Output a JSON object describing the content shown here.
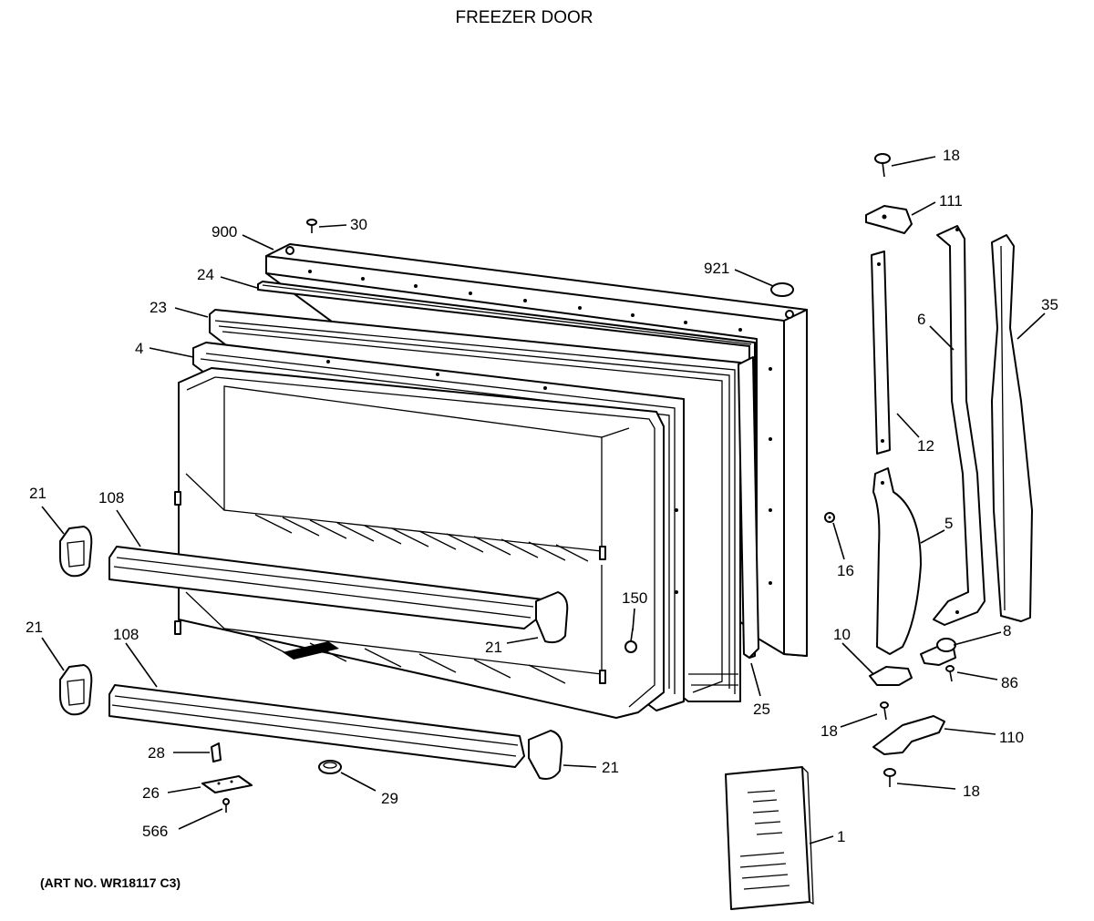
{
  "title": "FREEZER DOOR",
  "art_number": "(ART NO. WR18117 C3)",
  "callouts": [
    {
      "id": "c-18-top",
      "label": "18"
    },
    {
      "id": "c-111",
      "label": "111"
    },
    {
      "id": "c-30",
      "label": "30"
    },
    {
      "id": "c-900",
      "label": "900"
    },
    {
      "id": "c-921",
      "label": "921"
    },
    {
      "id": "c-24",
      "label": "24"
    },
    {
      "id": "c-23",
      "label": "23"
    },
    {
      "id": "c-4",
      "label": "4"
    },
    {
      "id": "c-6",
      "label": "6"
    },
    {
      "id": "c-35",
      "label": "35"
    },
    {
      "id": "c-12",
      "label": "12"
    },
    {
      "id": "c-5",
      "label": "5"
    },
    {
      "id": "c-16",
      "label": "16"
    },
    {
      "id": "c-21-a",
      "label": "21"
    },
    {
      "id": "c-108-a",
      "label": "108"
    },
    {
      "id": "c-150",
      "label": "150"
    },
    {
      "id": "c-21-b",
      "label": "21"
    },
    {
      "id": "c-21-c",
      "label": "21"
    },
    {
      "id": "c-108-b",
      "label": "108"
    },
    {
      "id": "c-10",
      "label": "10"
    },
    {
      "id": "c-8",
      "label": "8"
    },
    {
      "id": "c-86",
      "label": "86"
    },
    {
      "id": "c-25",
      "label": "25"
    },
    {
      "id": "c-18-mid",
      "label": "18"
    },
    {
      "id": "c-110",
      "label": "110"
    },
    {
      "id": "c-28",
      "label": "28"
    },
    {
      "id": "c-21-d",
      "label": "21"
    },
    {
      "id": "c-26",
      "label": "26"
    },
    {
      "id": "c-29",
      "label": "29"
    },
    {
      "id": "c-18-bot",
      "label": "18"
    },
    {
      "id": "c-566",
      "label": "566"
    },
    {
      "id": "c-1",
      "label": "1"
    }
  ]
}
